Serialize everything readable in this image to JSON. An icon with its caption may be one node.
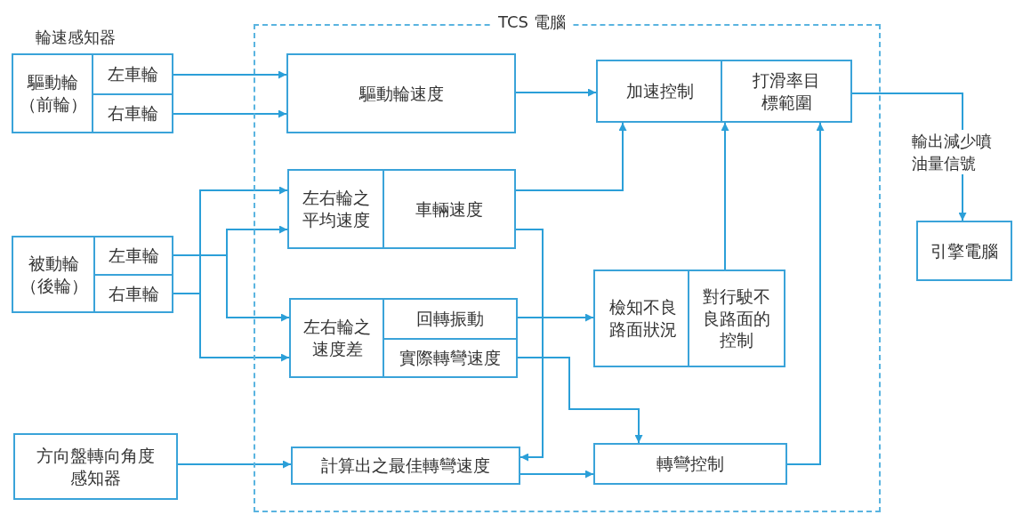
{
  "diagram": {
    "nodes": [
      {
        "text": [
          "TCS 電腦"
        ]
      },
      {
        "text": [
          "驅動輪（前輪）"
        ]
      },
      {
        "text": [
          "左車輪"
        ],
        "in": 1
      },
      {
        "text": [
          "右車輪"
        ],
        "in": 1
      },
      {
        "text": [
          "被動輪（後輪）"
        ]
      },
      {
        "text": [
          "左車輪"
        ],
        "in": 4
      },
      {
        "text": [
          "右車輪"
        ],
        "in": 4
      },
      {
        "text": [
          "方向盤轉向角度感知器"
        ]
      },
      {
        "text": [
          "驅動輪速度"
        ],
        "in": 0
      },
      {
        "text": [
          "左右輪之平均速度"
        ],
        "in": 0
      },
      {
        "text": [
          "車輛速度"
        ],
        "in": 9
      },
      {
        "text": [
          "左右輪之速度差"
        ],
        "in": 0
      },
      {
        "text": [
          "回轉振動"
        ],
        "in": 11
      },
      {
        "text": [
          "實際轉彎速度"
        ],
        "in": 11
      },
      {
        "text": [
          "計算出之最佳轉彎速度"
        ],
        "in": 0
      },
      {
        "text": [
          "加速控制"
        ],
        "in": 0
      },
      {
        "text": [
          "打滑率目標範圍"
        ],
        "in": 15
      },
      {
        "text": [
          "檢知不良路面狀況"
        ],
        "in": 0
      },
      {
        "text": [
          "對行駛不良路面的控制"
        ],
        "in": 17
      },
      {
        "text": [
          "轉彎控制"
        ],
        "in": 0
      },
      {
        "text": [
          "引擎電腦"
        ]
      }
    ],
    "edges": [
      {
        "from": 2,
        "to": 8,
        "arrow": "to"
      },
      {
        "from": 3,
        "to": 8,
        "arrow": "to"
      },
      {
        "from": 5,
        "to": 9,
        "arrow": "to"
      },
      {
        "from": 5,
        "to": 11,
        "arrow": "to"
      },
      {
        "from": 6,
        "to": 9,
        "arrow": "to"
      },
      {
        "from": 6,
        "to": 11,
        "arrow": "to"
      },
      {
        "from": 7,
        "to": 14,
        "arrow": "to"
      },
      {
        "from": 8,
        "to": 15,
        "arrow": "to"
      },
      {
        "from": 10,
        "to": 15,
        "arrow": "to"
      },
      {
        "from": 12,
        "to": 17,
        "arrow": "to"
      },
      {
        "from": 10,
        "to": 14,
        "arrow": "to"
      },
      {
        "from": 13,
        "to": 19,
        "arrow": "to"
      },
      {
        "from": 14,
        "to": 19,
        "arrow": "to"
      },
      {
        "from": 18,
        "to": 15,
        "arrow": "to"
      },
      {
        "from": 19,
        "to": 16,
        "arrow": "to"
      },
      {
        "from": 16,
        "to": 20,
        "arrow": "to",
        "label": "輸出減少噴油量信號"
      }
    ],
    "labels": [
      "輪速感知器"
    ]
  }
}
